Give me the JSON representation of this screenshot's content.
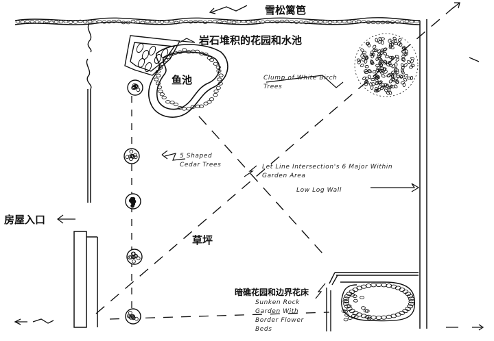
{
  "labels": {
    "cedar_fence": "雪松篱笆",
    "rock_garden_pond": "岩石堆积的花园和水池",
    "fish_pond": "鱼池",
    "birch_clump": "Clump of White Birch Trees",
    "shaped_cedars": "5 Shaped Cedar Trees",
    "intersection_note": "Let Line Intersection's 6 Major Within Garden Area",
    "low_log_wall": "Low Log Wall",
    "house_entrance": "房屋入口",
    "lawn": "草坪",
    "sunken_garden_cn": "暗礁花园和边界花床",
    "sunken_garden_en": "Sunken Rock Garden With Border Flower Beds"
  },
  "colors": {
    "ink": "#111111",
    "paper": "#ffffff"
  }
}
